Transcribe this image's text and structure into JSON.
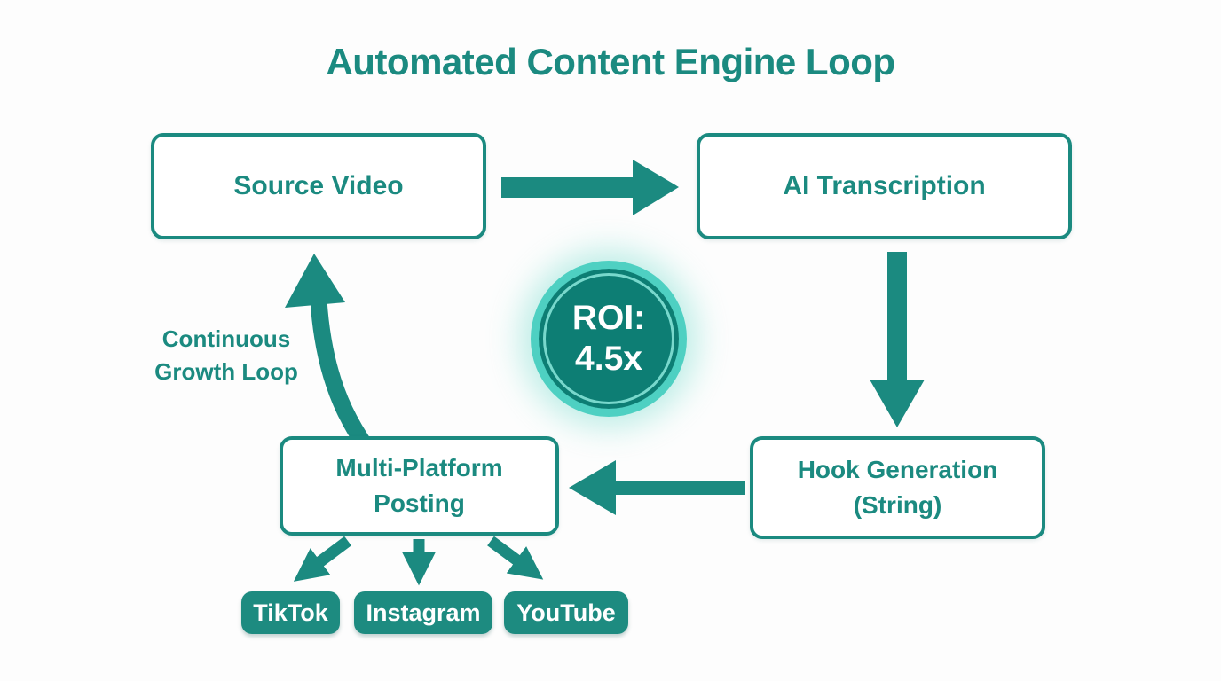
{
  "title": "Automated Content Engine Loop",
  "colors": {
    "teal": "#1B8A80",
    "badge_fill": "#1D8B80",
    "roi_circle_fill": "#0D7E74",
    "roi_circle_ring": "#4ED0C2",
    "node_background": "#FFFFFF",
    "page_background": "#FDFDFD",
    "text_on_teal": "#FFFFFF"
  },
  "nodes": {
    "source_video": {
      "label": "Source Video"
    },
    "ai_transcription": {
      "label": "AI Transcription"
    },
    "hook_generation": {
      "label": "Hook Generation (String)",
      "line1": "Hook Generation",
      "line2": "(String)"
    },
    "multi_platform": {
      "label": "Multi-Platform Posting",
      "line1": "Multi-Platform",
      "line2": "Posting"
    }
  },
  "roi_badge": {
    "line1": "ROI:",
    "line2": "4.5x",
    "value": "4.5x"
  },
  "loop_label": {
    "label": "Continuous Growth Loop",
    "line1": "Continuous",
    "line2": "Growth Loop"
  },
  "platforms": [
    {
      "label": "TikTok"
    },
    {
      "label": "Instagram"
    },
    {
      "label": "YouTube"
    }
  ],
  "edges": [
    {
      "from": "Source Video",
      "to": "AI Transcription"
    },
    {
      "from": "AI Transcription",
      "to": "Hook Generation (String)"
    },
    {
      "from": "Hook Generation (String)",
      "to": "Multi-Platform Posting"
    },
    {
      "from": "Multi-Platform Posting",
      "to": "Source Video",
      "label": "Continuous Growth Loop"
    },
    {
      "from": "Multi-Platform Posting",
      "to": "TikTok"
    },
    {
      "from": "Multi-Platform Posting",
      "to": "Instagram"
    },
    {
      "from": "Multi-Platform Posting",
      "to": "YouTube"
    }
  ]
}
